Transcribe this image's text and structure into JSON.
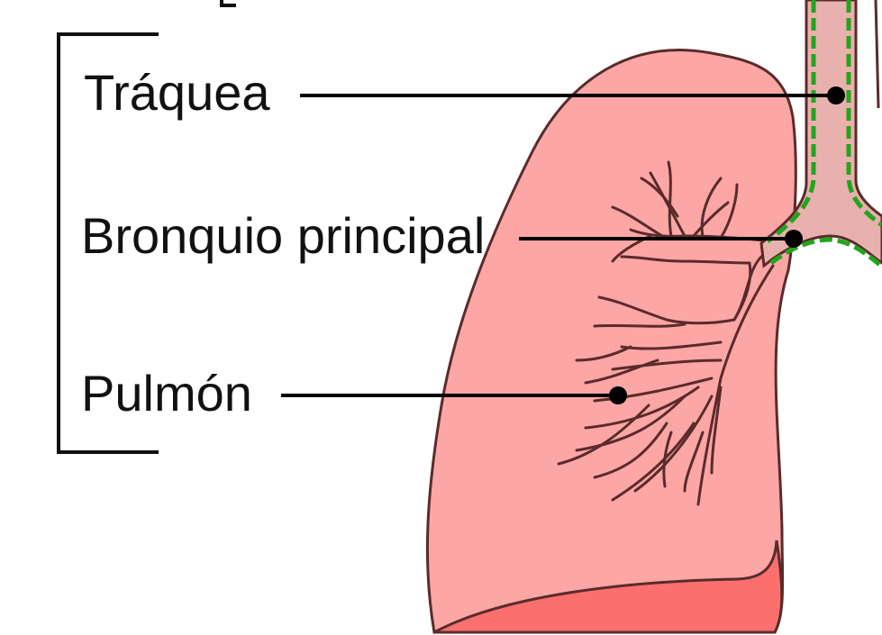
{
  "labels": {
    "trachea": "Tráquea",
    "main_bronchus": "Bronquio principal",
    "lung": "Pulmón"
  },
  "colors": {
    "lung_fill": "#fca6a6",
    "lung_shadow": "#fb6f6f",
    "outline": "#5a2b2b",
    "airway_fill": "#e9b1ad",
    "mucosa_dash": "#22a51c",
    "leader_line": "#000000",
    "background": "#ffffff"
  }
}
